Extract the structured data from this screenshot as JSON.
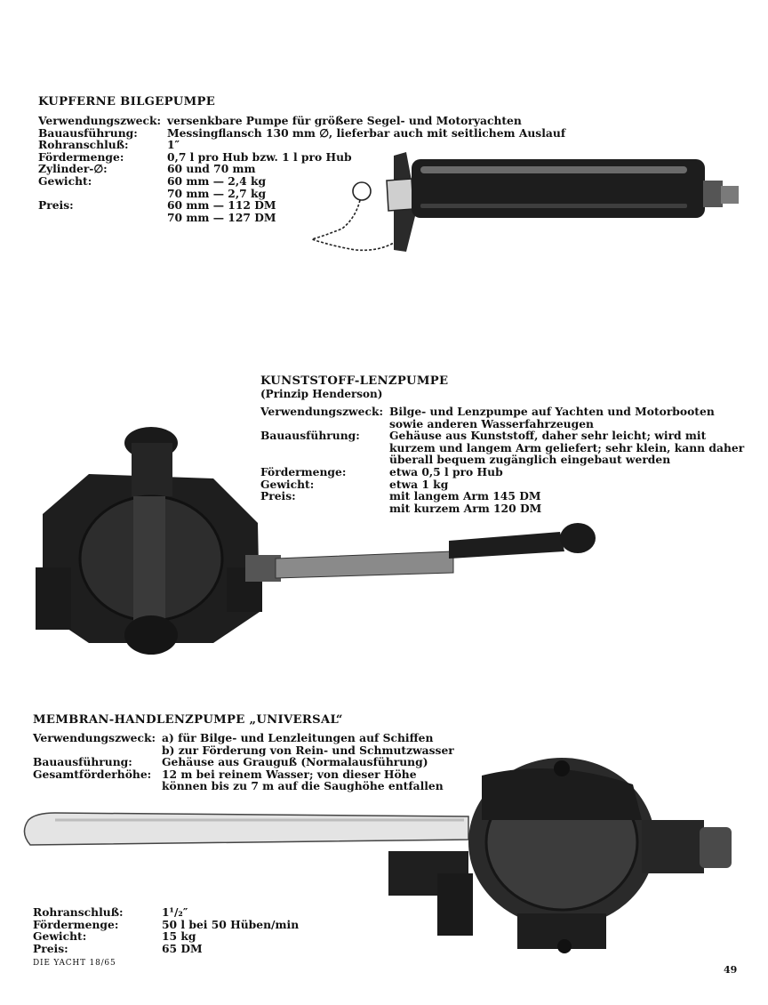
{
  "sections": [
    {
      "title": "KUPFERNE BILGEPUMPE",
      "specs": [
        {
          "label": "Verwendungszweck:",
          "values": [
            "versenkbare Pumpe für größere Segel- und Motoryachten"
          ]
        },
        {
          "label": "Bauausführung:",
          "values": [
            "Messingflansch 130 mm ∅, lieferbar auch mit seitlichem Auslauf"
          ]
        },
        {
          "label": "Rohranschluß:",
          "values": [
            "1″"
          ]
        },
        {
          "label": "Fördermenge:",
          "values": [
            "0,7 l pro Hub bzw. 1 l pro Hub"
          ]
        },
        {
          "label": "Zylinder-∅:",
          "values": [
            "60 und 70 mm"
          ]
        },
        {
          "label": "Gewicht:",
          "values": [
            "60 mm — 2,4 kg",
            "70 mm — 2,7 kg"
          ]
        },
        {
          "label": "Preis:",
          "values": [
            "60 mm — 112 DM",
            "70 mm — 127 DM"
          ]
        }
      ]
    },
    {
      "title": "KUNSTSTOFF-LENZPUMPE",
      "subtitle": "(Prinzip Henderson)",
      "specs": [
        {
          "label": "Verwendungszweck:",
          "values": [
            "Bilge- und Lenzpumpe auf Yachten und Motorbooten",
            "sowie anderen Wasserfahrzeugen"
          ]
        },
        {
          "label": "Bauausführung:",
          "values": [
            "Gehäuse aus Kunststoff, daher sehr leicht; wird mit",
            "kurzem und langem Arm geliefert; sehr klein, kann daher",
            "überall bequem zugänglich eingebaut werden"
          ]
        },
        {
          "label": "Fördermenge:",
          "values": [
            "etwa 0,5 l pro Hub"
          ]
        },
        {
          "label": "Gewicht:",
          "values": [
            "etwa 1 kg"
          ]
        },
        {
          "label": "Preis:",
          "values": [
            "mit langem Arm 145 DM",
            "mit kurzem Arm 120 DM"
          ]
        }
      ]
    },
    {
      "title": "MEMBRAN-HANDLENZPUMPE „UNIVERSAL“",
      "specs": [
        {
          "label": "Verwendungszweck:",
          "values": [
            "a) für Bilge- und Lenzleitungen auf Schiffen",
            "b) zur Förderung von Rein- und Schmutzwasser"
          ]
        },
        {
          "label": "Bauausführung:",
          "values": [
            "Gehäuse aus Grauguß (Normalausführung)"
          ]
        },
        {
          "label": "Gesamtförderhöhe:",
          "values": [
            "12 m bei reinem Wasser; von dieser Höhe",
            "können bis zu 7 m auf die Saughöhe entfallen"
          ]
        }
      ],
      "specs_lower": [
        {
          "label": "Rohranschluß:",
          "values": [
            "1¹/₂″"
          ]
        },
        {
          "label": "Fördermenge:",
          "values": [
            "50 l bei 50 Hüben/min"
          ]
        },
        {
          "label": "Gewicht:",
          "values": [
            "15 kg"
          ]
        },
        {
          "label": "Preis:",
          "values": [
            "65 DM"
          ]
        }
      ]
    }
  ],
  "footer": {
    "publication": "DIE YACHT 18/65",
    "page_number": "49"
  },
  "images": {
    "copper_pump": "copper-bilge-pump-photo",
    "plastic_pump": "plastic-bilge-pump-photo",
    "membrane_pump": "membrane-hand-pump-photo"
  }
}
